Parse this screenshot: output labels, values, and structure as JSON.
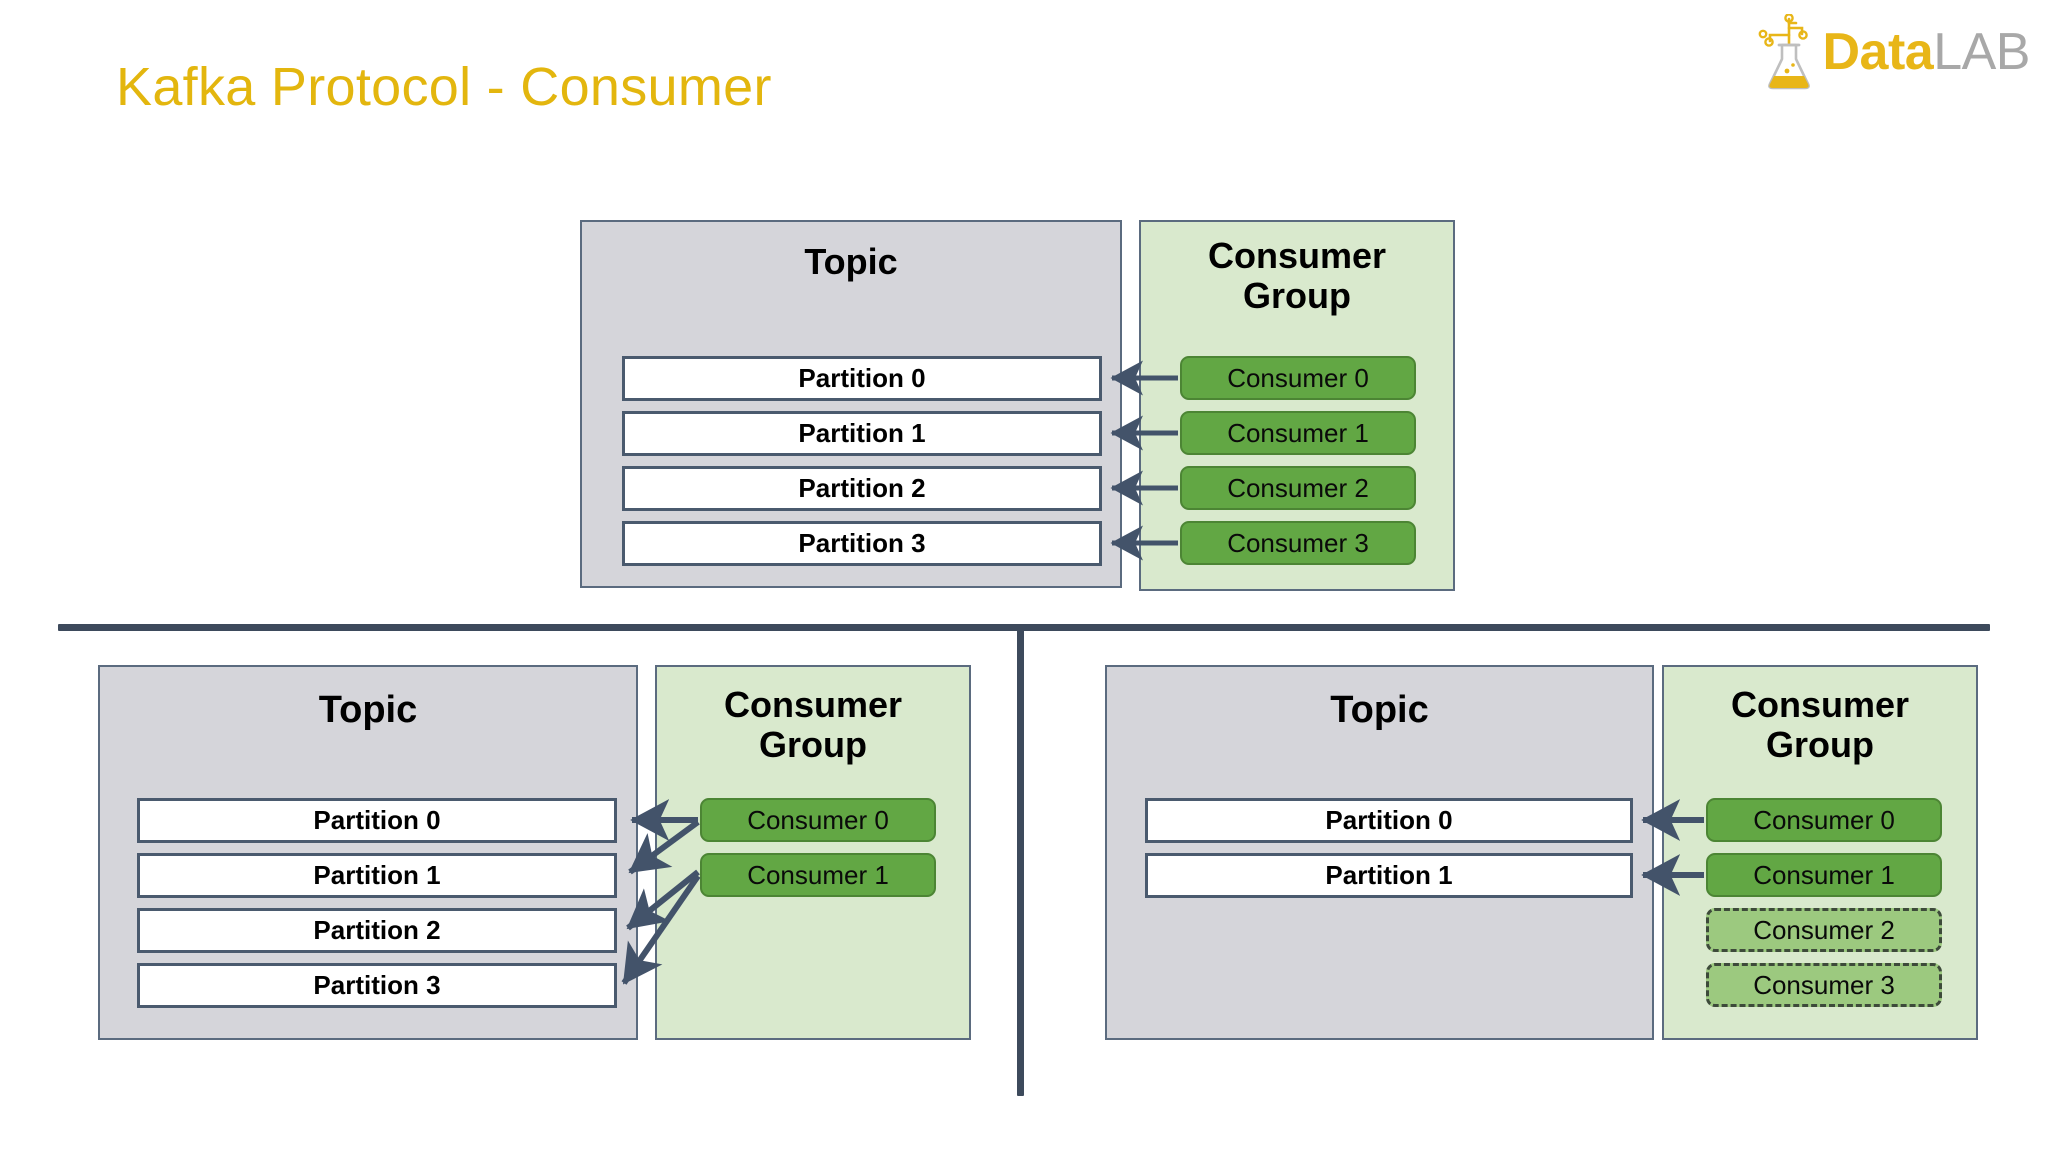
{
  "title": "Kafka Protocol - Consumer",
  "logo": {
    "name_primary": "Data",
    "name_secondary": "LAB",
    "icon": "flask-icon"
  },
  "diagrams": [
    {
      "id": "top",
      "topic": {
        "label": "Topic",
        "partitions": [
          {
            "label": "Partition 0"
          },
          {
            "label": "Partition 1"
          },
          {
            "label": "Partition 2"
          },
          {
            "label": "Partition 3"
          }
        ]
      },
      "consumer_group": {
        "label": "Consumer Group",
        "label_line1": "Consumer",
        "label_line2": "Group",
        "consumers": [
          {
            "label": "Consumer 0",
            "state": "active"
          },
          {
            "label": "Consumer 1",
            "state": "active"
          },
          {
            "label": "Consumer 2",
            "state": "active"
          },
          {
            "label": "Consumer 3",
            "state": "active"
          }
        ]
      },
      "assignments": [
        {
          "consumer": "Consumer 0",
          "partition": "Partition 0"
        },
        {
          "consumer": "Consumer 1",
          "partition": "Partition 1"
        },
        {
          "consumer": "Consumer 2",
          "partition": "Partition 2"
        },
        {
          "consumer": "Consumer 3",
          "partition": "Partition 3"
        }
      ]
    },
    {
      "id": "bottom-left",
      "topic": {
        "label": "Topic",
        "partitions": [
          {
            "label": "Partition 0"
          },
          {
            "label": "Partition 1"
          },
          {
            "label": "Partition 2"
          },
          {
            "label": "Partition 3"
          }
        ]
      },
      "consumer_group": {
        "label": "Consumer Group",
        "label_line1": "Consumer",
        "label_line2": "Group",
        "consumers": [
          {
            "label": "Consumer 0",
            "state": "active"
          },
          {
            "label": "Consumer 1",
            "state": "active"
          }
        ]
      },
      "assignments": [
        {
          "consumer": "Consumer 0",
          "partition": "Partition 0"
        },
        {
          "consumer": "Consumer 0",
          "partition": "Partition 1"
        },
        {
          "consumer": "Consumer 1",
          "partition": "Partition 2"
        },
        {
          "consumer": "Consumer 1",
          "partition": "Partition 3"
        }
      ]
    },
    {
      "id": "bottom-right",
      "topic": {
        "label": "Topic",
        "partitions": [
          {
            "label": "Partition 0"
          },
          {
            "label": "Partition 1"
          }
        ]
      },
      "consumer_group": {
        "label": "Consumer Group",
        "label_line1": "Consumer",
        "label_line2": "Group",
        "consumers": [
          {
            "label": "Consumer 0",
            "state": "active"
          },
          {
            "label": "Consumer 1",
            "state": "active"
          },
          {
            "label": "Consumer 2",
            "state": "idle"
          },
          {
            "label": "Consumer 3",
            "state": "idle"
          }
        ]
      },
      "assignments": [
        {
          "consumer": "Consumer 0",
          "partition": "Partition 0"
        },
        {
          "consumer": "Consumer 1",
          "partition": "Partition 1"
        }
      ]
    }
  ],
  "colors": {
    "title": "#E3B60E",
    "topic_fill": "#D5D5DA",
    "group_fill": "#D9E9CD",
    "consumer_active": "#62A744",
    "consumer_idle": "#9CC97F",
    "arrow": "#43536A",
    "divider": "#3D4A5C",
    "box_border": "#5B6B7F"
  }
}
